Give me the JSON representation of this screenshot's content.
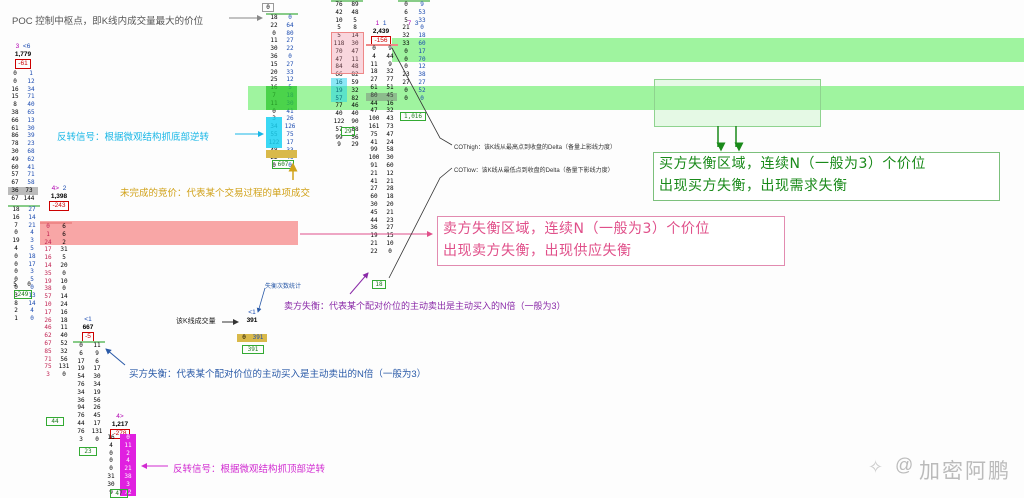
{
  "annotations": {
    "poc": "POC 控制中枢点，即K线内成交量最大的价位",
    "reversal_bottom": "反转信号：根据微观结构抓底部逆转",
    "incomplete_auction": "未完成的竞价：代表某个交易过程的单项成交",
    "seller_imbalance": "卖方失衡：代表某个配对价位的主动卖出是主动买入的N倍（一般为3）",
    "buyer_imbalance": "买方失衡：代表某个配对价位的主动买入是主动卖出的N倍（一般为3）",
    "reversal_top": "反转信号：根据微观结构抓顶部逆转",
    "bar_volume": "该K线成交量",
    "imbalance_count": "失衡次数统计",
    "cot_high": "COThigh：该K线从最高点到收盘的Delta（备量上影线力度）",
    "cot_low": "COTlow：该K线从最低点到收盘的Delta（备量下影线力度）",
    "buy_zone_line1": "买方失衡区域，连续N（一般为3）个价位",
    "buy_zone_line2": "出现买方失衡，出现需求失衡",
    "sell_zone_line1": "卖方失衡区域，连续N（一般为3）个价位",
    "sell_zone_line2": "出现卖方失衡，出现供应失衡",
    "watermark": "加密阿鹏"
  },
  "footprints": {
    "fp1": {
      "h1": "3",
      "h2": "<6",
      "vol": "1,779",
      "delta": "-61",
      "left": [
        "0",
        "0",
        "16",
        "15",
        "8",
        "38",
        "66",
        "61",
        "86",
        "78",
        "30",
        "49",
        "60",
        "57",
        "67"
      ],
      "right": [
        "1",
        "12",
        "34",
        "71",
        "40",
        "65",
        "13",
        "30",
        "39",
        "23",
        "68",
        "62",
        "41",
        "71",
        "58"
      ],
      "poc_left": "36",
      "poc_right": "73",
      "bottom_left": "67",
      "bottom_right": "144"
    },
    "fp2": {
      "h1": "4>",
      "h2": "2",
      "vol": "1,398",
      "delta": "-243",
      "left": [
        "18",
        "16",
        "7",
        "0",
        "19",
        "4",
        "0",
        "0",
        "0",
        "0",
        "0",
        "3",
        "8",
        "2",
        "1"
      ],
      "right": [
        "27",
        "14",
        "21",
        "4",
        "3",
        "5",
        "18",
        "17",
        "3",
        "5",
        "0",
        "13",
        "14",
        "4",
        "0"
      ],
      "foot_left": "5",
      "foot_right": "0",
      "total": "249"
    },
    "fp3": {
      "left": [
        "0",
        "1",
        "24",
        "17",
        "16",
        "14",
        "35",
        "19",
        "38",
        "57",
        "10",
        "17",
        "26",
        "46",
        "62",
        "67",
        "85",
        "71",
        "75",
        "3"
      ],
      "right": [
        "6",
        "6",
        "2",
        "31",
        "5",
        "20",
        "0",
        "10",
        "0",
        "14",
        "24",
        "16",
        "18",
        "11",
        "40",
        "52",
        "32",
        "56",
        "131",
        "0"
      ],
      "total": "44"
    },
    "fp4": {
      "h1": "<1",
      "vol": "667",
      "delta": "-5",
      "left": [
        "0",
        "6",
        "17",
        "19",
        "54",
        "76",
        "34",
        "36",
        "94",
        "76",
        "44",
        "76",
        "3"
      ],
      "right": [
        "11",
        "9",
        "6",
        "17",
        "30",
        "34",
        "19",
        "56",
        "26",
        "45",
        "17",
        "131",
        "0"
      ],
      "total": "23"
    },
    "fp5": {
      "h1": "4>",
      "vol": "1,217",
      "delta": "-278",
      "left": [
        "16",
        "4",
        "0",
        "0",
        "0",
        "31",
        "30",
        "9"
      ],
      "right": [
        "0",
        "11",
        "2",
        "4",
        "21",
        "38",
        "3",
        "72"
      ],
      "total": "47"
    },
    "fp6": {
      "vol": "391",
      "h1": "<1",
      "foot_left": "0",
      "foot_right": "391",
      "total": "391"
    },
    "fp7": {
      "left": [
        "18",
        "22",
        "0",
        "11",
        "30",
        "36",
        "15",
        "20",
        "25",
        "16",
        "7",
        "11",
        "0",
        "3",
        "34",
        "55",
        "122",
        "48",
        "22",
        "0"
      ],
      "right": [
        "0",
        "64",
        "80",
        "27",
        "22",
        "0",
        "27",
        "33",
        "12",
        "5",
        "18",
        "30",
        "41",
        "26",
        "126",
        "75",
        "17",
        "33",
        "46",
        "0"
      ],
      "foot_top": "0",
      "total": "607"
    },
    "fp8": {
      "left": [
        "76",
        "42",
        "10",
        "5",
        "5",
        "118",
        "70",
        "47",
        "84",
        "66",
        "16",
        "19",
        "57",
        "77",
        "40",
        "122",
        "57",
        "99",
        "9"
      ],
      "right": [
        "89",
        "48",
        "5",
        "8",
        "14",
        "30",
        "47",
        "11",
        "48",
        "82",
        "59",
        "32",
        "82",
        "46",
        "40",
        "90",
        "88",
        "56",
        "29"
      ],
      "total": "29"
    },
    "fp9": {
      "h1": "1",
      "h2": "1",
      "vol": "2,439",
      "delta": "-156",
      "left": [
        "0",
        "4",
        "11",
        "18",
        "27",
        "61",
        "80",
        "44",
        "47",
        "100",
        "161",
        "75",
        "41",
        "99",
        "100",
        "91",
        "21",
        "41",
        "27",
        "60",
        "30",
        "45",
        "44",
        "36",
        "19",
        "21",
        "22"
      ],
      "right": [
        "9",
        "44",
        "9",
        "32",
        "77",
        "51",
        "45",
        "16",
        "32",
        "43",
        "73",
        "47",
        "24",
        "58",
        "30",
        "60",
        "12",
        "21",
        "28",
        "18",
        "20",
        "21",
        "23",
        "27",
        "15",
        "10",
        "0"
      ],
      "total": "18"
    },
    "fp10": {
      "h1": "7",
      "h2": "3",
      "left": [
        "0",
        "6",
        "5",
        "21",
        "32",
        "33",
        "0",
        "0",
        "0",
        "23",
        "27",
        "0",
        "0"
      ],
      "right": [
        "9",
        "53",
        "33",
        "0",
        "18",
        "60",
        "17",
        "70",
        "12",
        "38",
        "27",
        "52",
        "0"
      ],
      "total": "1,016"
    }
  }
}
